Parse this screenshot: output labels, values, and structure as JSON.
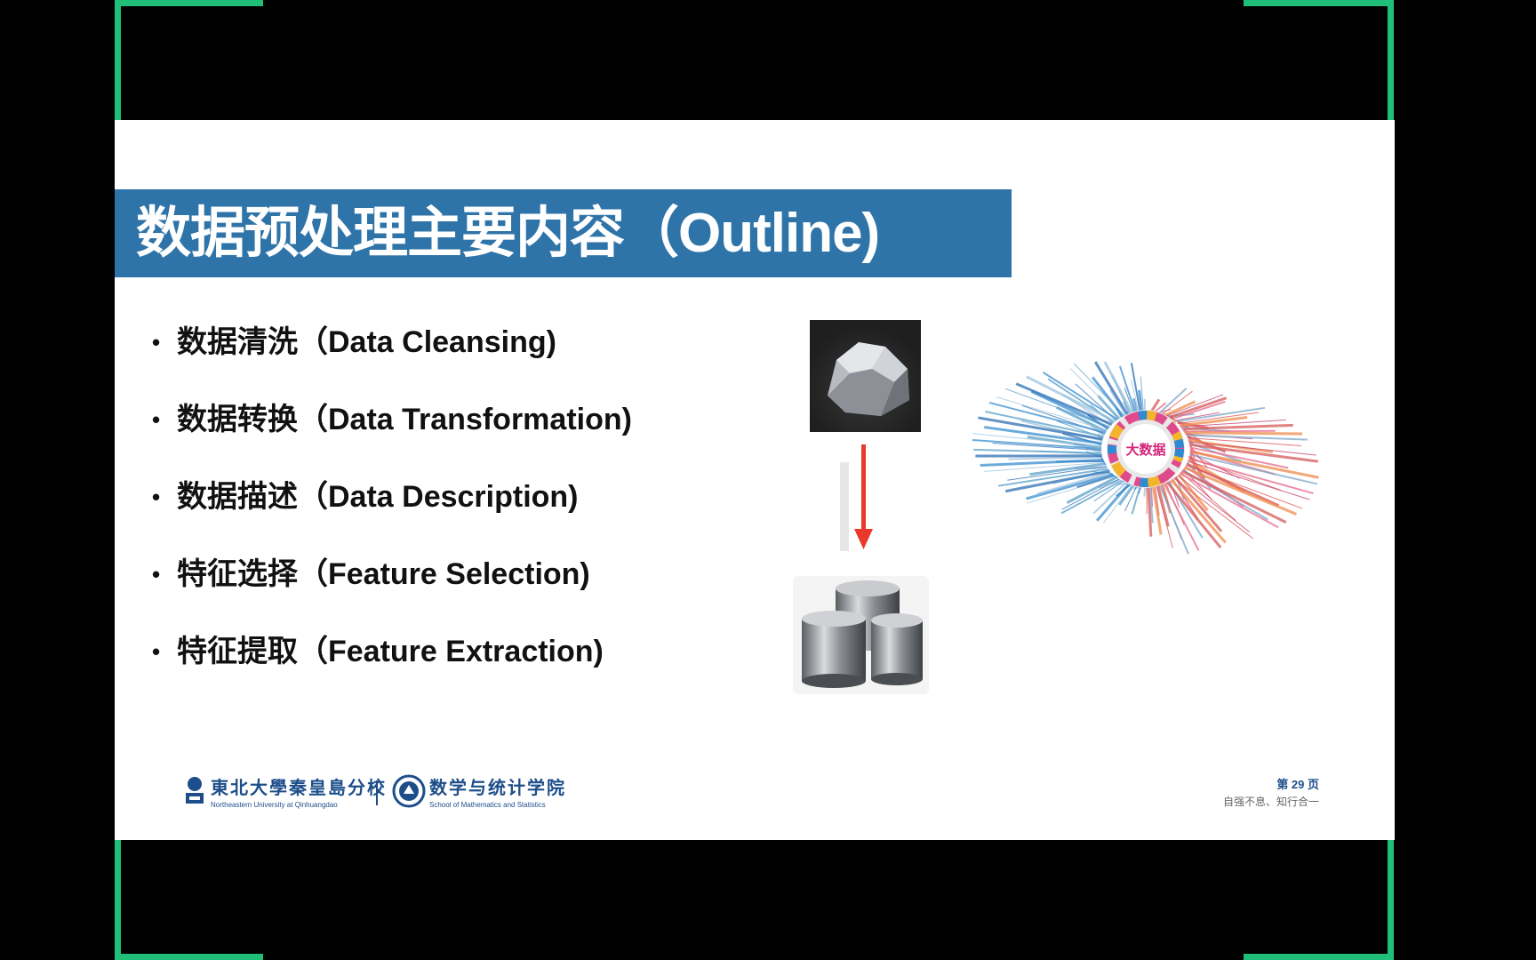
{
  "slide": {
    "title": "数据预处理主要内容（Outline)",
    "bullets": [
      "数据清洗（Data Cleansing)",
      "数据转换（Data Transformation)",
      "数据描述（Data Description)",
      "特征选择（Feature Selection)",
      "特征提取（Feature Extraction)"
    ],
    "bullet_symbol": "•",
    "bigdata_label": "大数据",
    "footer": {
      "university_cn": "東北大學秦皇島分校",
      "university_en": "Northeastern University at Qinhuangdao",
      "school_cn": "数学与统计学院",
      "school_en": "School of Mathematics and Statistics",
      "page_number": "第 29 页",
      "motto": "自强不息、知行合一"
    }
  },
  "colors": {
    "title_bar": "#2f74a8",
    "frame_corner": "#1fbf7a",
    "arrow": "#e8392b",
    "footer_text": "#1d4e8a"
  },
  "icons": [
    "ore-image",
    "down-arrow-icon",
    "metal-cylinders-image",
    "bigdata-cloud-image",
    "university-emblem-icon",
    "school-emblem-icon"
  ]
}
